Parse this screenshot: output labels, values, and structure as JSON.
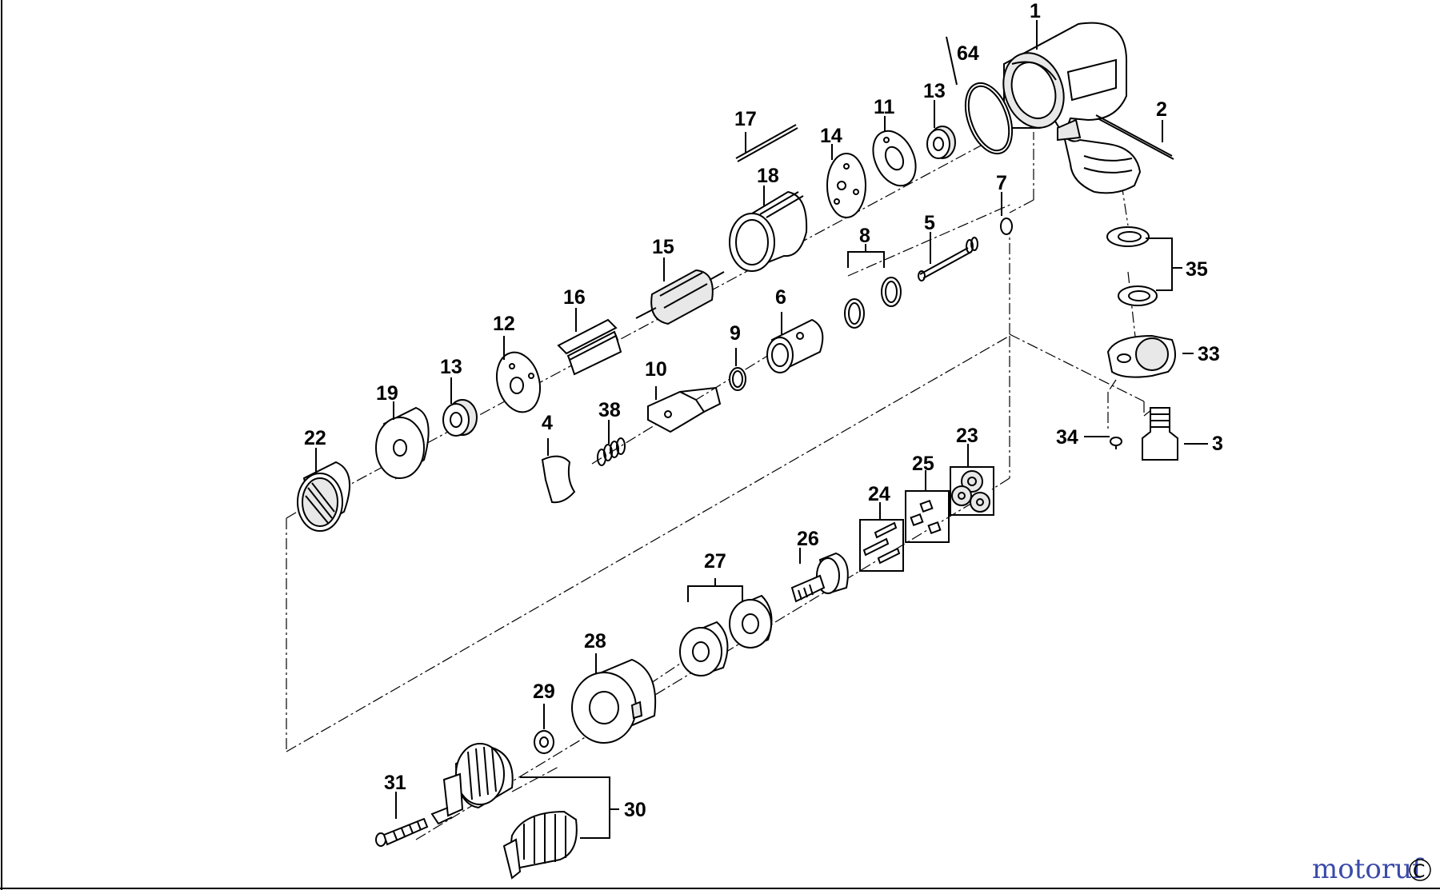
{
  "diagram": {
    "parts": [
      {
        "id": "p1",
        "label": "1"
      },
      {
        "id": "p2",
        "label": "2"
      },
      {
        "id": "p3",
        "label": "3"
      },
      {
        "id": "p4",
        "label": "4"
      },
      {
        "id": "p5",
        "label": "5"
      },
      {
        "id": "p6",
        "label": "6"
      },
      {
        "id": "p7",
        "label": "7"
      },
      {
        "id": "p8",
        "label": "8"
      },
      {
        "id": "p9",
        "label": "9"
      },
      {
        "id": "p10",
        "label": "10"
      },
      {
        "id": "p11",
        "label": "11"
      },
      {
        "id": "p12",
        "label": "12"
      },
      {
        "id": "p13a",
        "label": "13"
      },
      {
        "id": "p13b",
        "label": "13"
      },
      {
        "id": "p14",
        "label": "14"
      },
      {
        "id": "p15",
        "label": "15"
      },
      {
        "id": "p16",
        "label": "16"
      },
      {
        "id": "p17",
        "label": "17"
      },
      {
        "id": "p18",
        "label": "18"
      },
      {
        "id": "p19",
        "label": "19"
      },
      {
        "id": "p22",
        "label": "22"
      },
      {
        "id": "p23",
        "label": "23"
      },
      {
        "id": "p24",
        "label": "24"
      },
      {
        "id": "p25",
        "label": "25"
      },
      {
        "id": "p26",
        "label": "26"
      },
      {
        "id": "p27",
        "label": "27"
      },
      {
        "id": "p28",
        "label": "28"
      },
      {
        "id": "p29",
        "label": "29"
      },
      {
        "id": "p30",
        "label": "30"
      },
      {
        "id": "p31",
        "label": "31"
      },
      {
        "id": "p33",
        "label": "33"
      },
      {
        "id": "p34",
        "label": "34"
      },
      {
        "id": "p35",
        "label": "35"
      },
      {
        "id": "p38",
        "label": "38"
      },
      {
        "id": "p64",
        "label": "64"
      }
    ]
  },
  "watermark": {
    "text": "motoruf",
    "corner_mark": "C",
    "colors": [
      "#3a4aa8",
      "#c0392b",
      "#2f8a2f",
      "#d4a017"
    ]
  }
}
